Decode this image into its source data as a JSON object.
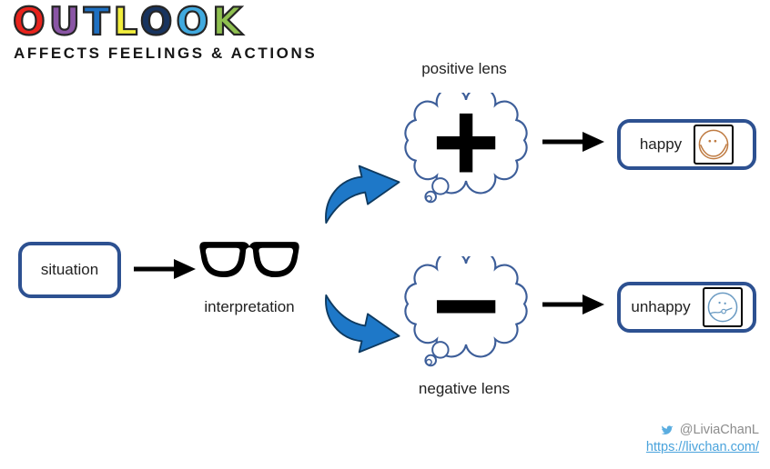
{
  "title": {
    "letters": [
      {
        "char": "O",
        "style": "color:#e8231c"
      },
      {
        "char": "U",
        "style": "color:#8a55a5"
      },
      {
        "char": "T",
        "style": "color:#1e70c2"
      },
      {
        "char": "L",
        "style": "color:#f2ee3d"
      },
      {
        "char": "O",
        "style": "color:#18345f"
      },
      {
        "char": "O",
        "style": "color:#41aadf"
      },
      {
        "char": "K",
        "style": "color:#8fc050"
      }
    ],
    "subtitle": "AFFECTS FEELINGS & ACTIONS"
  },
  "diagram": {
    "situation": {
      "label": "situation"
    },
    "interpretation": {
      "label": "interpretation"
    },
    "positive": {
      "lens_label": "positive lens",
      "symbol": "+",
      "outcome_label": "happy"
    },
    "negative": {
      "lens_label": "negative lens",
      "symbol": "−",
      "outcome_label": "unhappy"
    }
  },
  "footer": {
    "twitter_handle": "@LiviaChanL",
    "website_url": "https://livchan.com/"
  },
  "colors": {
    "box_border": "#2d5191",
    "bubble_outline": "#3d5e99",
    "curved_arrow_fill": "#1e78c8",
    "curved_arrow_outline": "#0e3a60",
    "happy_face": "#bf7b42",
    "unhappy_face": "#6b9bc3",
    "twitter_blue": "#5aade0",
    "link_blue": "#4aa3dc",
    "handle_gray": "#8c8c8c"
  }
}
